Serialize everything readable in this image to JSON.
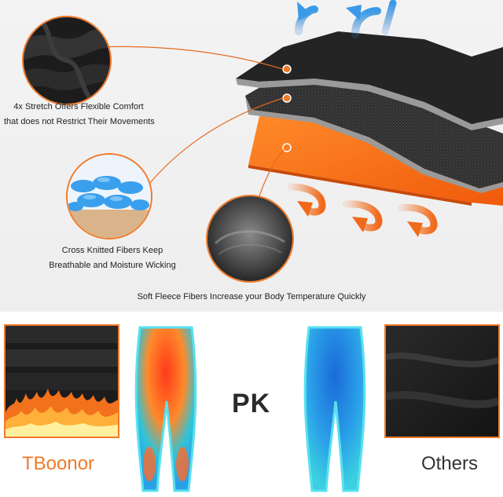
{
  "captions": {
    "stretch": [
      "4x Stretch Offers Flexible Comfort",
      "that does not Restrict Their Movements"
    ],
    "knitted": [
      "Cross Knitted Fibers Keep",
      "Breathable and Moisture Wicking"
    ],
    "fleece": "Soft Fleece Fibers Increase your Body Temperature Quickly"
  },
  "comparison": {
    "brand_label": "TBoonor",
    "versus_label": "PK",
    "others_label": "Others"
  },
  "colors": {
    "accent": "#f07a2a",
    "brand_text": "#f07a2a",
    "others_text": "#333333",
    "arrow_blue": "#3a8fd8",
    "arrow_orange": "#f06a1a"
  },
  "icons": [
    "up-arrow-icon",
    "curved-arrow-icon",
    "flame-icon"
  ]
}
